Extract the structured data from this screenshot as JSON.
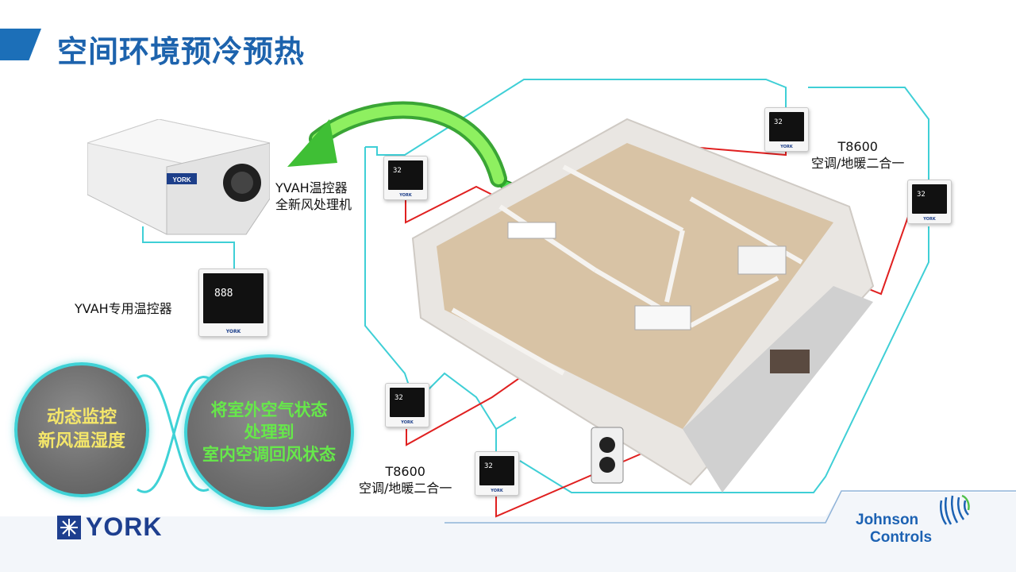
{
  "title": "空间环境预冷预热",
  "labels": {
    "yvah_controller_line1": "YVAH温控器",
    "yvah_controller_line2": "全新风处理机",
    "yvah_dedicated": "YVAH专用温控器",
    "t8600_top_model": "T8600",
    "t8600_top_desc": "空调/地暖二合一",
    "t8600_bottom_model": "T8600",
    "t8600_bottom_desc": "空调/地暖二合一"
  },
  "circles": {
    "left_line1": "动态监控",
    "left_line2": "新风温湿度",
    "right_line1": "将室外空气状态",
    "right_line2": "处理到",
    "right_line3": "室内空调回风状态"
  },
  "thermostat_readouts": {
    "yvah": "888",
    "t8600": "32"
  },
  "brands": {
    "york": "YORK",
    "johnson": "Johnson",
    "controls": "Controls"
  },
  "colors": {
    "title": "#1d63ad",
    "cyan_wire": "#3fcfd6",
    "red_wire": "#e02020",
    "green_duct": "#44d84a",
    "circle_left_text": "#f4e66a",
    "circle_right_text": "#66e84a"
  }
}
